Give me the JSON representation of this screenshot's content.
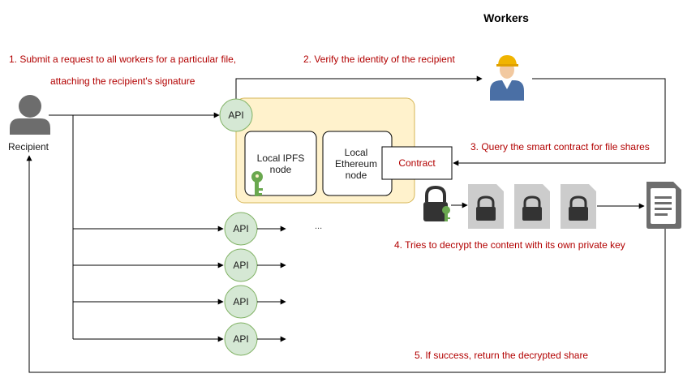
{
  "title": "Workers",
  "recipient": {
    "label": "Recipient"
  },
  "steps": {
    "s1_line1": "1. Submit a request to all workers for a particular file,",
    "s1_line2": "attaching the recipient's signature",
    "s2": "2. Verify the identity of the recipient",
    "s3": "3. Query the smart contract for file shares",
    "s4": "4. Tries to decrypt the content with its own private key",
    "s5": "5. If success, return the decrypted share"
  },
  "node": {
    "api_label": "API",
    "ipfs_line1": "Local IPFS",
    "ipfs_line2": "node",
    "eth_line1": "Local",
    "eth_line2": "Ethereum",
    "eth_line3": "node",
    "contract_label": "Contract"
  },
  "workers_api": [
    "API",
    "API",
    "API",
    "API"
  ],
  "ellipsis": "...",
  "colors": {
    "step_text": "#b20000",
    "api_fill": "#d5e8d4",
    "api_stroke": "#82b366",
    "node_fill": "#fff2cc",
    "node_stroke": "#d6b656",
    "key": "#6aa84f",
    "lock_dark": "#333333",
    "lock_bg": "#cccccc",
    "doc": "#6d6d6d"
  },
  "icons": [
    "user-icon",
    "worker-icon",
    "key-icon",
    "lock-icon",
    "document-icon"
  ]
}
